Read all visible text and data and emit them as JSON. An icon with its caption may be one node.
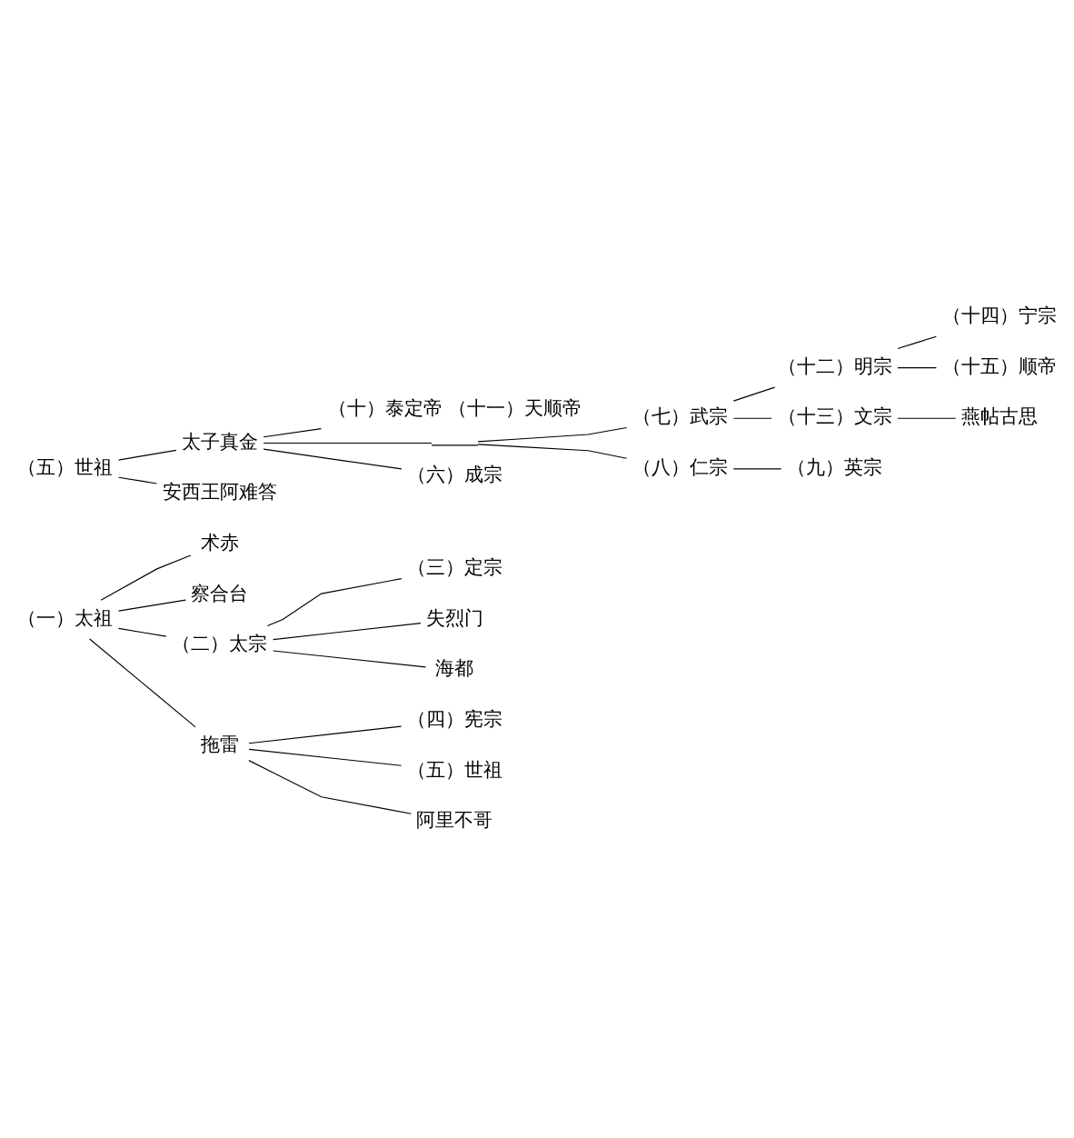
{
  "diagram": {
    "nodes": [
      {
        "text": [
          "（一）太祖"
        ]
      },
      {
        "text": [
          "术赤"
        ]
      },
      {
        "text": [
          "察合台"
        ]
      },
      {
        "text": [
          "（二）太宗"
        ]
      },
      {
        "text": [
          "拖雷"
        ]
      },
      {
        "text": [
          "（三）定宗"
        ]
      },
      {
        "text": [
          "失烈门"
        ]
      },
      {
        "text": [
          "海都"
        ]
      },
      {
        "text": [
          "（四）宪宗"
        ]
      },
      {
        "text": [
          "（五）世祖"
        ]
      },
      {
        "text": [
          "阿里不哥"
        ]
      },
      {
        "text": [
          "（五）世祖"
        ]
      },
      {
        "text": [
          "太子真金"
        ]
      },
      {
        "text": [
          "（十）泰定帝"
        ],
        "beside": [
          "（十一）天顺帝"
        ]
      },
      {
        "text": [],
        "shape": "bar"
      },
      {
        "text": [
          "（七）武宗"
        ]
      },
      {
        "text": [
          "（十二）明宗"
        ]
      },
      {
        "text": [
          "（十四）宁宗"
        ]
      },
      {
        "text": [
          "（十五）顺帝"
        ]
      },
      {
        "text": [
          "（十三）文宗"
        ]
      },
      {
        "text": [
          "燕帖古思"
        ]
      },
      {
        "text": [
          "（八）仁宗"
        ]
      },
      {
        "text": [
          "（九）英宗"
        ]
      },
      {
        "text": [
          "（六）成宗"
        ]
      },
      {
        "text": [
          "安西王阿难答"
        ]
      }
    ],
    "edges": [
      {
        "from": 0,
        "to": 1,
        "arrow": "none"
      },
      {
        "from": 0,
        "to": 2,
        "arrow": "none"
      },
      {
        "from": 0,
        "to": 3,
        "arrow": "none"
      },
      {
        "from": 0,
        "to": 4,
        "arrow": "none"
      },
      {
        "from": 3,
        "to": 5,
        "arrow": "none"
      },
      {
        "from": 3,
        "to": 6,
        "arrow": "none"
      },
      {
        "from": 3,
        "to": 7,
        "arrow": "none"
      },
      {
        "from": 4,
        "to": 8,
        "arrow": "none"
      },
      {
        "from": 4,
        "to": 9,
        "arrow": "none"
      },
      {
        "from": 4,
        "to": 10,
        "arrow": "none"
      },
      {
        "from": 11,
        "to": 12,
        "arrow": "none"
      },
      {
        "from": 11,
        "to": 24,
        "arrow": "none"
      },
      {
        "from": 12,
        "to": 13,
        "arrow": "none"
      },
      {
        "from": 12,
        "to": 14,
        "arrow": "none"
      },
      {
        "from": 12,
        "to": 23,
        "arrow": "none"
      },
      {
        "from": 14,
        "to": 15,
        "arrow": "none"
      },
      {
        "from": 14,
        "to": 21,
        "arrow": "none"
      },
      {
        "from": 15,
        "to": 16,
        "arrow": "none"
      },
      {
        "from": 15,
        "to": 19,
        "arrow": "none"
      },
      {
        "from": 16,
        "to": 17,
        "arrow": "none"
      },
      {
        "from": 16,
        "to": 18,
        "arrow": "none"
      },
      {
        "from": 19,
        "to": 20,
        "arrow": "none"
      },
      {
        "from": 21,
        "to": 22,
        "arrow": "none"
      }
    ]
  }
}
